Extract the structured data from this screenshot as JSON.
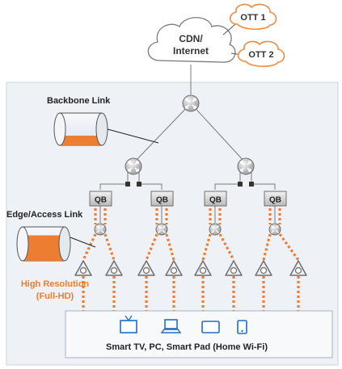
{
  "cloud": {
    "line1": "CDN/",
    "line2": "Internet"
  },
  "ott": [
    "OTT 1",
    "OTT 2"
  ],
  "labels": {
    "backbone": "Backbone Link",
    "edge": "Edge/Access Link",
    "high_res_1": "High Resolution",
    "high_res_2": "(Full-HD)",
    "qb": "QB"
  },
  "devices_caption": "Smart TV, PC, Smart Pad (Home Wi-Fi)",
  "device_icons": [
    "tv-icon",
    "laptop-icon",
    "tablet-icon",
    "smart-pad-icon"
  ],
  "pipes": {
    "backbone_fill": 0.3,
    "edge_fill": 0.75
  },
  "colors": {
    "accent_orange": "#ED7D31",
    "device_blue": "#1F6FBF",
    "ott_orange": "#F08A3C",
    "region_bg": "#EEF2F7"
  }
}
